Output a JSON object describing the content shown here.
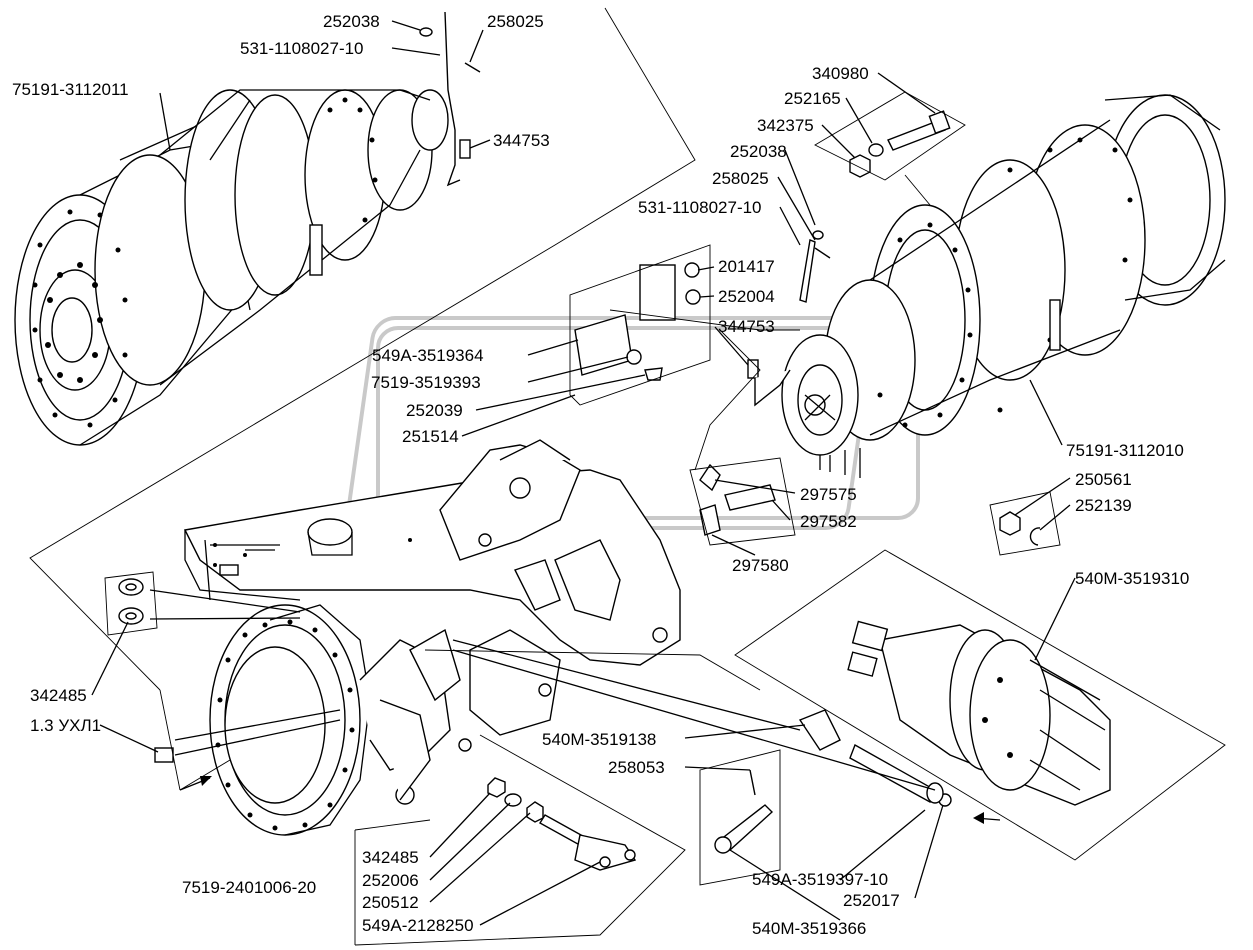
{
  "labels": {
    "l252038_top": "252038",
    "l258025_top": "258025",
    "l531_top": "531-1108027-10",
    "l75191_011": "75191-3112011",
    "l344753_top": "344753",
    "l340980": "340980",
    "l252165": "252165",
    "l342375": "342375",
    "l252038_right": "252038",
    "l258025_right": "258025",
    "l531_right": "531-1108027-10",
    "l201417": "201417",
    "l252004": "252004",
    "l344753_mid": "344753",
    "l549A_364": "549A-3519364",
    "l7519_393": "7519-3519393",
    "l252039": "252039",
    "l251514": "251514",
    "l75191_010": "75191-3112010",
    "l250561": "250561",
    "l252139": "252139",
    "l297575": "297575",
    "l297582": "297582",
    "l297580": "297580",
    "l540M_310": "540M-3519310",
    "l342485_left": "342485",
    "l13uhl1": "1.3 УХЛ1",
    "l540M_138": "540M-3519138",
    "l258053": "258053",
    "l342485_bot": "342485",
    "l252006": "252006",
    "l7519_006": "7519-2401006-20",
    "l250512": "250512",
    "l549A_250": "549A-2128250",
    "l549A_397": "549A-3519397-10",
    "l252017": "252017",
    "l540M_366": "540M-3519366"
  }
}
